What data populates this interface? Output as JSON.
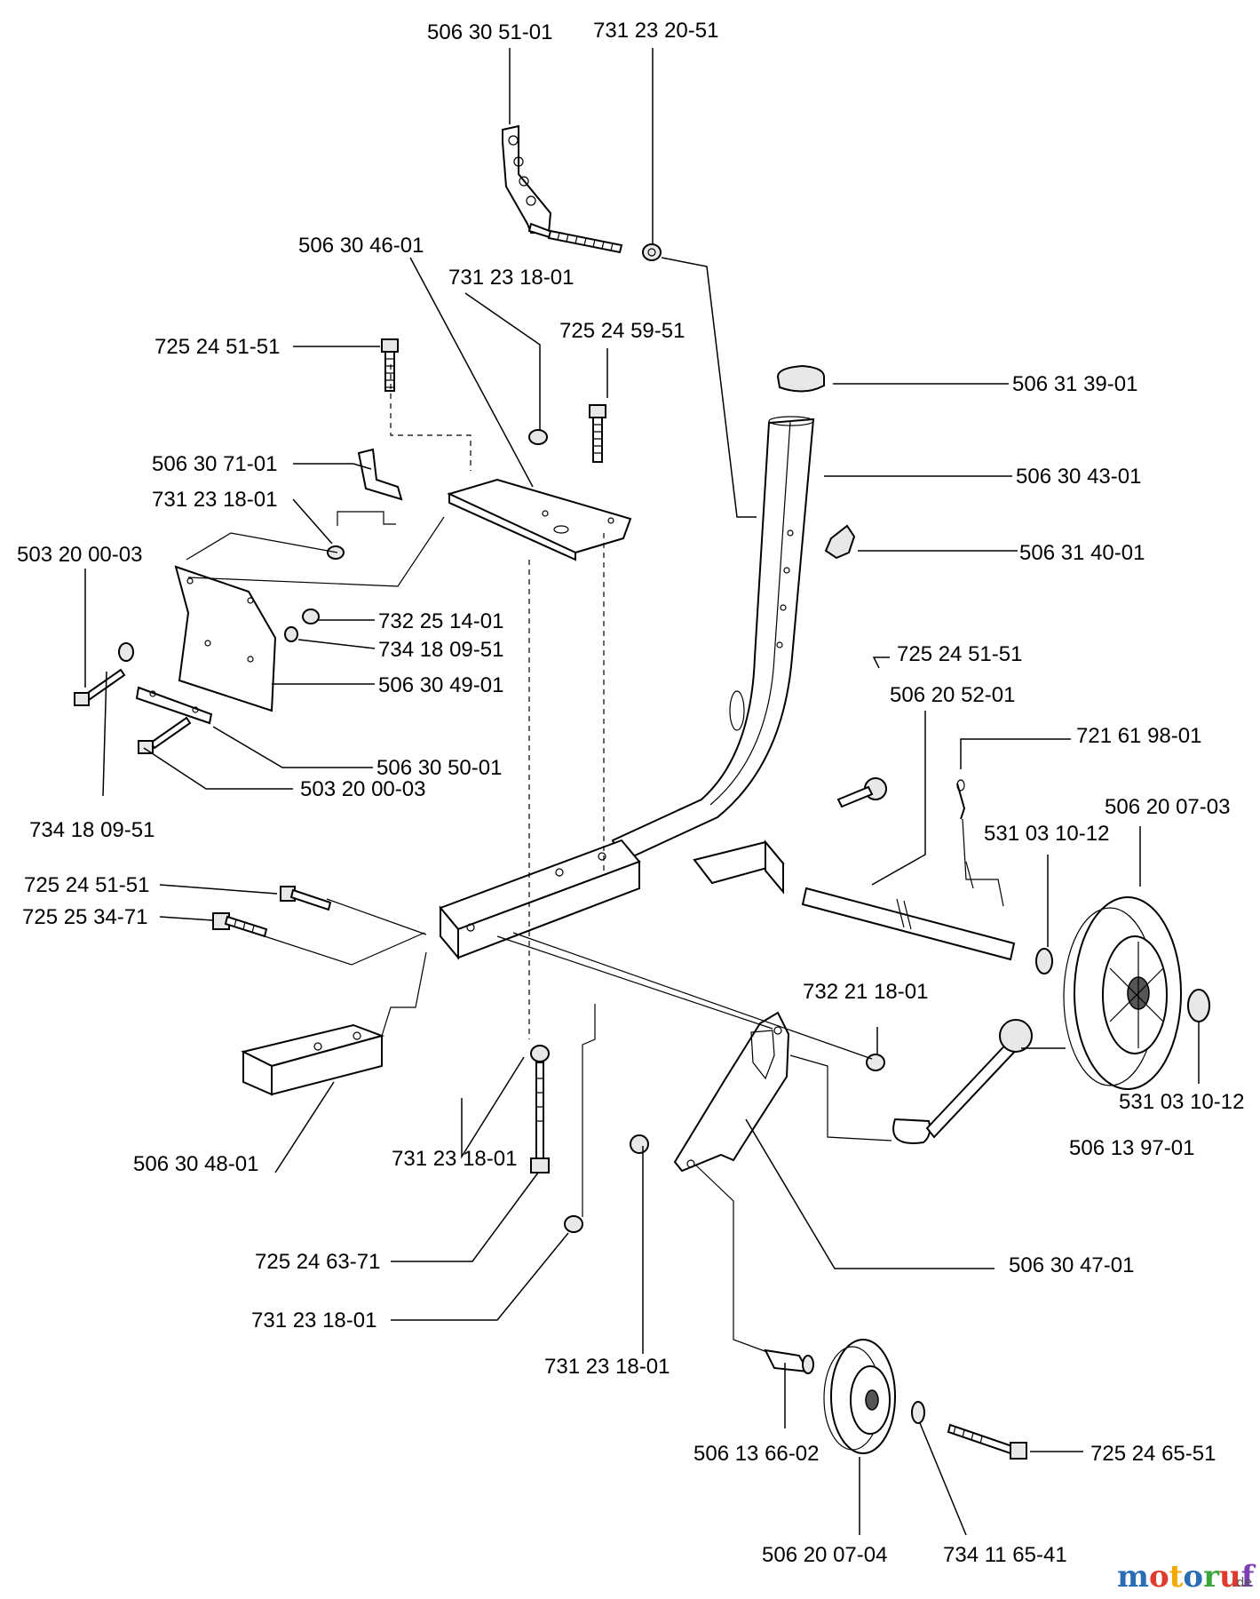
{
  "parts": {
    "p01": "506 30 51-01",
    "p02": "731 23 20-51",
    "p03": "506 30 46-01",
    "p04": "731 23 18-01",
    "p05": "725 24 59-51",
    "p06": "725 24 51-51",
    "p07": "506 31 39-01",
    "p08": "506 30 71-01",
    "p09": "731 23 18-01",
    "p10": "506 30 43-01",
    "p11": "503 20 00-03",
    "p12": "506 31 40-01",
    "p13": "732 25 14-01",
    "p14": "734 18 09-51",
    "p15": "506 30 49-01",
    "p16": "506 30 50-01",
    "p17": "725 24 51-51",
    "p18": "503 20 00-03",
    "p19": "506 20 52-01",
    "p20": "721 61 98-01",
    "p21": "734 18 09-51",
    "p22": "506 20 07-03",
    "p23": "531 03 10-12",
    "p24": "725 24 51-51",
    "p25": "725 25 34-71",
    "p26": "732 21 18-01",
    "p27": "531 03 10-12",
    "p28": "506 13 97-01",
    "p29": "506 30 48-01",
    "p30": "731 23 18-01",
    "p31": "506 30 47-01",
    "p32": "725 24 63-71",
    "p33": "731 23 18-01",
    "p34": "731 23 18-01",
    "p35": "506 13 66-02",
    "p36": "725 24 65-51",
    "p37": "506 20 07-04",
    "p38": "734 11 65-41"
  },
  "watermark": {
    "brand": "motoruf",
    "suffix": ".de",
    "letter_colors": [
      "#2a6db5",
      "#e03a2f",
      "#f2a900",
      "#2a6db5",
      "#3aa53a",
      "#e03a2f",
      "#7a3fb0"
    ]
  }
}
